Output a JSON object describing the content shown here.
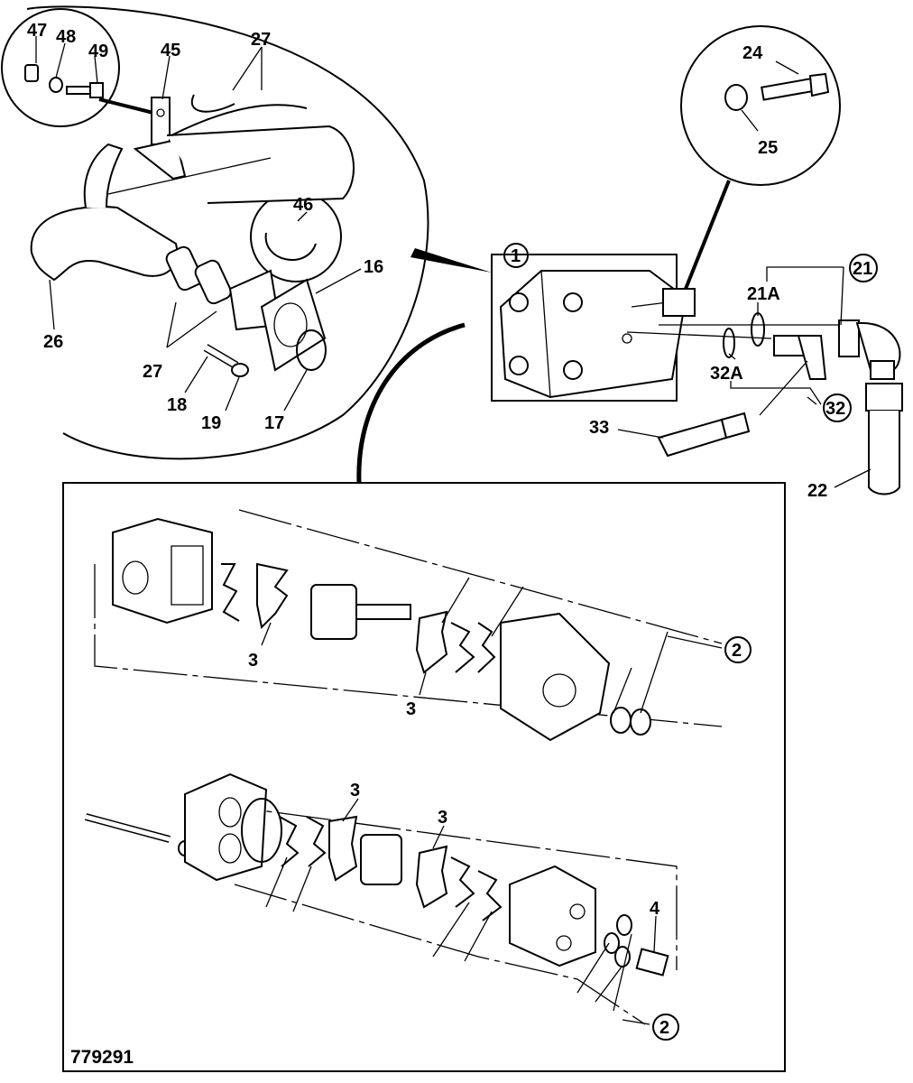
{
  "drawing_number": "779291",
  "labels": {
    "l47": "47",
    "l48": "48",
    "l49": "49",
    "l45": "45",
    "l27a": "27",
    "l46": "46",
    "l16": "16",
    "l26": "26",
    "l27b": "27",
    "l18": "18",
    "l19": "19",
    "l17": "17",
    "l24": "24",
    "l25": "25",
    "l1": "1",
    "l21": "21",
    "l21a": "21A",
    "l32a": "32A",
    "l32": "32",
    "l33": "33",
    "l22": "22",
    "l3a": "3",
    "l3b": "3",
    "l2a": "2",
    "l3c": "3",
    "l3d": "3",
    "l4": "4",
    "l2b": "2"
  }
}
